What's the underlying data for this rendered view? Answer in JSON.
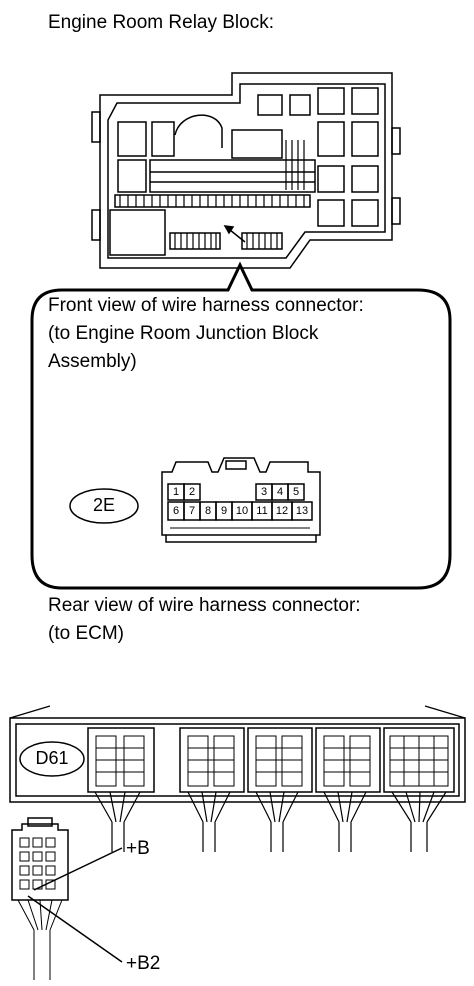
{
  "labels": {
    "relay_block": "Engine Room Relay Block:",
    "front_view_line1": "Front view of wire harness connector:",
    "front_view_line2": "(to Engine Room Junction Block",
    "front_view_line3": "Assembly)",
    "rear_view_line1": "Rear view of wire harness connector:",
    "rear_view_line2": "(to ECM)",
    "connector_2e": "2E",
    "connector_d61": "D61",
    "terminal_b": "+B",
    "terminal_b2": "+B2"
  },
  "connector_2e_pins": {
    "top_left": [
      "1",
      "2"
    ],
    "top_right": [
      "3",
      "4",
      "5"
    ],
    "bottom": [
      "6",
      "7",
      "8",
      "9",
      "10",
      "11",
      "12",
      "13"
    ]
  }
}
